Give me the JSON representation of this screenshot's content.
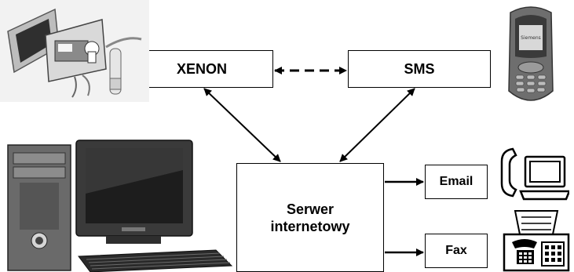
{
  "nodes": {
    "xenon": "XENON",
    "sms": "SMS",
    "server_line1": "Serwer",
    "server_line2": "internetowy",
    "email": "Email",
    "fax": "Fax"
  },
  "phone_screen_text": "Siemens",
  "colors": {
    "stroke": "#000000",
    "background": "#ffffff",
    "device_gray": "#7a7a7a",
    "device_dark": "#2a2a2a"
  },
  "icons": [
    "xenon-device-photo",
    "mobile-phone-photo",
    "desktop-computer-photo",
    "telephone-monitor-icon",
    "fax-machine-icon"
  ]
}
